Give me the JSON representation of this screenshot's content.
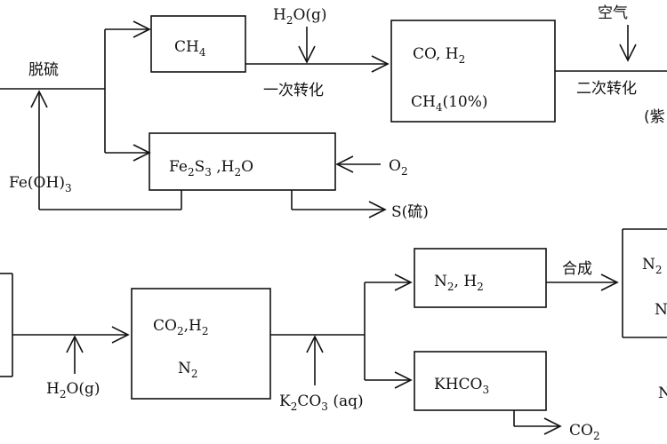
{
  "top": {
    "desulfurization": "脱硫",
    "fe_oh_3": "Fe(OH)3",
    "ch4": "CH4",
    "h2o_g": "H2O(g)",
    "first_conversion": "一次转化",
    "box_co_h2": "CO, H2",
    "box_ch4_10": "CH4(10%)",
    "air": "空气",
    "second_conversion": "二次转化",
    "cut_right": "(紫",
    "fe2s3_h2o": "Fe2S3 ,H2O",
    "o2": "O2",
    "sulfur": "S(硫)"
  },
  "bottom": {
    "h2o_g": "H2O(g)",
    "co2_h2": "CO2,H2",
    "n2": "N2",
    "k2co3_aq": "K2CO3 (aq)",
    "n2_h2": "N2, H2",
    "synthesis": "合成",
    "cut_n2": "N2",
    "cut_n_a": "N",
    "cut_n_b": "N",
    "khco3": "KHCO3",
    "co2": "CO2"
  }
}
